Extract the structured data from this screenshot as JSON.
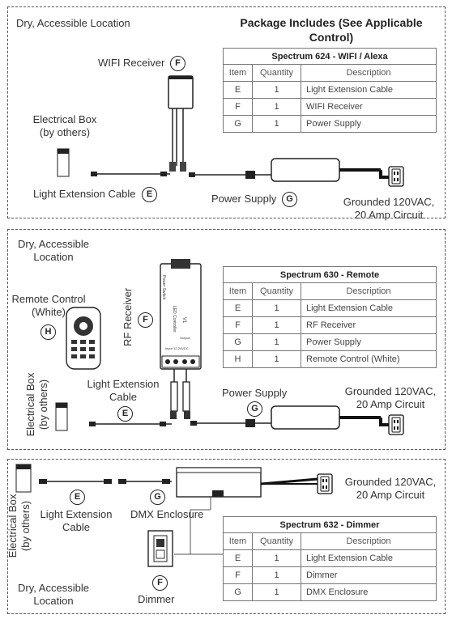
{
  "panel1": {
    "location": "Dry, Accessible Location",
    "wifi_label": "WIFI Receiver",
    "wifi_marker": "F",
    "ebox_label": "Electrical Box (by others)",
    "cable_label": "Light Extension Cable",
    "cable_marker": "E",
    "ps_label": "Power Supply",
    "ps_marker": "G",
    "outlet_label": "Grounded 120VAC, 20 Amp Circuit",
    "package_title": "Package Includes (See Applicable Control)",
    "table": {
      "caption": "Spectrum 624 - WIFI / Alexa",
      "headers": [
        "Item",
        "Quantity",
        "Description"
      ],
      "rows": [
        [
          "E",
          "1",
          "Light Extension Cable"
        ],
        [
          "F",
          "1",
          "WIFI Receiver"
        ],
        [
          "G",
          "1",
          "Power Supply"
        ]
      ]
    }
  },
  "panel2": {
    "location": "Dry, Accessible Location",
    "remote_label": "Remote Control (White)",
    "remote_marker": "H",
    "rf_label": "RF Receiver",
    "rf_marker": "F",
    "device_text": [
      "Power",
      "Switch",
      "LED Controller",
      "V1",
      "Output",
      "Input",
      "12-24VDC"
    ],
    "ebox_label": "Electrical Box (by others)",
    "cable_label": "Light Extension Cable",
    "cable_marker": "E",
    "ps_label": "Power Supply",
    "ps_marker": "G",
    "outlet_label": "Grounded 120VAC, 20 Amp Circuit",
    "table": {
      "caption": "Spectrum 630 - Remote",
      "headers": [
        "Item",
        "Quantity",
        "Description"
      ],
      "rows": [
        [
          "E",
          "1",
          "Light Extension Cable"
        ],
        [
          "F",
          "1",
          "RF Receiver"
        ],
        [
          "G",
          "1",
          "Power Supply"
        ],
        [
          "H",
          "1",
          "Remote Control (White)"
        ]
      ]
    }
  },
  "panel3": {
    "ebox_label": "Electrical Box (by others)",
    "cable_label": "Light Extension Cable",
    "cable_marker": "E",
    "dmx_label": "DMX Enclosure",
    "dmx_marker": "G",
    "outlet_label": "Grounded 120VAC, 20 Amp Circuit",
    "location": "Dry, Accessible Location",
    "dimmer_label": "Dimmer",
    "dimmer_marker": "F",
    "table": {
      "caption": "Spectrum 632 - Dimmer",
      "headers": [
        "Item",
        "Quantity",
        "Description"
      ],
      "rows": [
        [
          "E",
          "1",
          "Light Extension Cable"
        ],
        [
          "F",
          "1",
          "Dimmer"
        ],
        [
          "G",
          "1",
          "DMX Enclosure"
        ]
      ]
    }
  }
}
